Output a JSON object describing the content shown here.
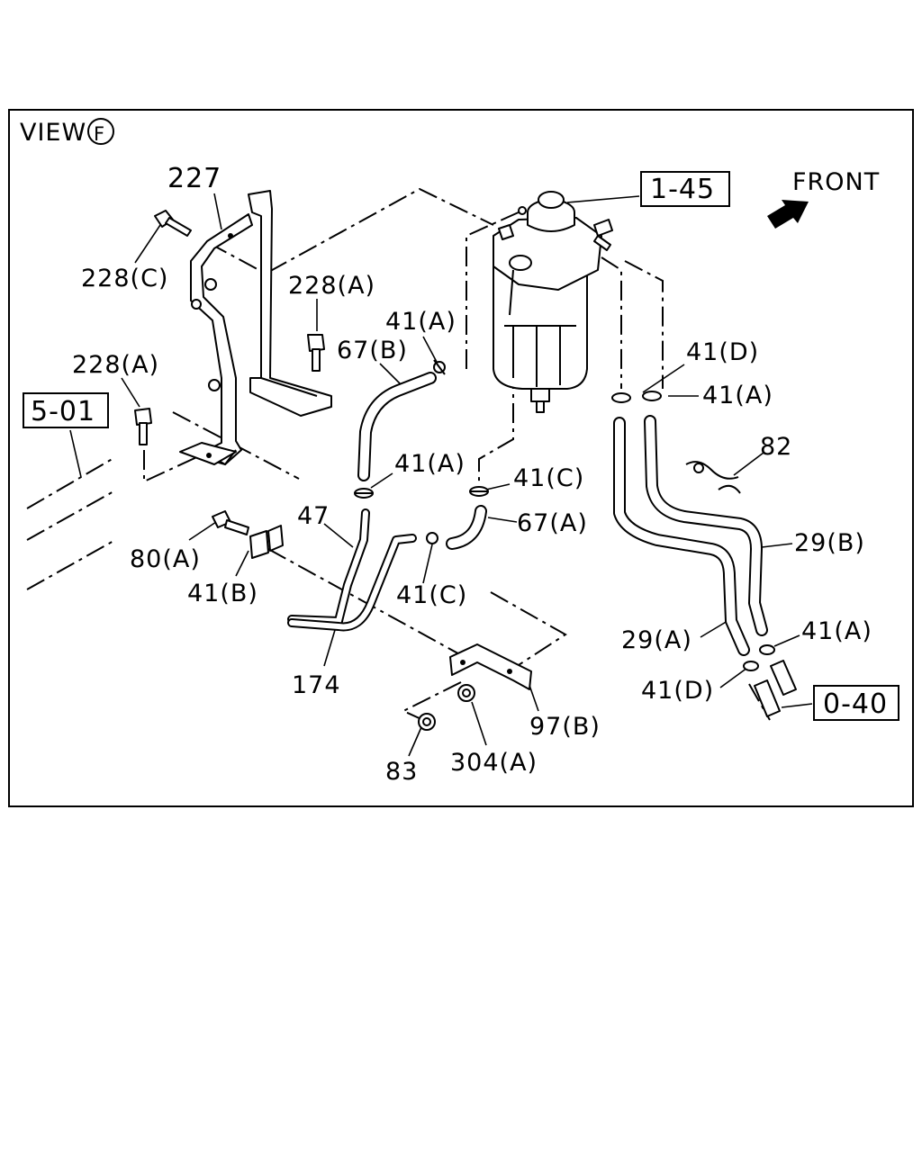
{
  "view": {
    "prefix": "VIEW",
    "letter": "F"
  },
  "direction": {
    "text": "FRONT"
  },
  "references": {
    "r145": "1-45",
    "r501": "5-01",
    "r040": "0-40"
  },
  "callouts": {
    "c227": "227",
    "c228c": "228(C)",
    "c228a_top": "228(A)",
    "c228a_left": "228(A)",
    "c67b": "67(B)",
    "c41a_top": "41(A)",
    "c41d_top": "41(D)",
    "c41a_right": "41(A)",
    "c82": "82",
    "c41a_mid": "41(A)",
    "c41c_mid": "41(C)",
    "c67a": "67(A)",
    "c47": "47",
    "c80a": "80(A)",
    "c41b": "41(B)",
    "c41c_low": "41(C)",
    "c29b": "29(B)",
    "c29a": "29(A)",
    "c41a_low": "41(A)",
    "c41d_low": "41(D)",
    "c174": "174",
    "c97b": "97(B)",
    "c83": "83",
    "c304a": "304(A)"
  }
}
